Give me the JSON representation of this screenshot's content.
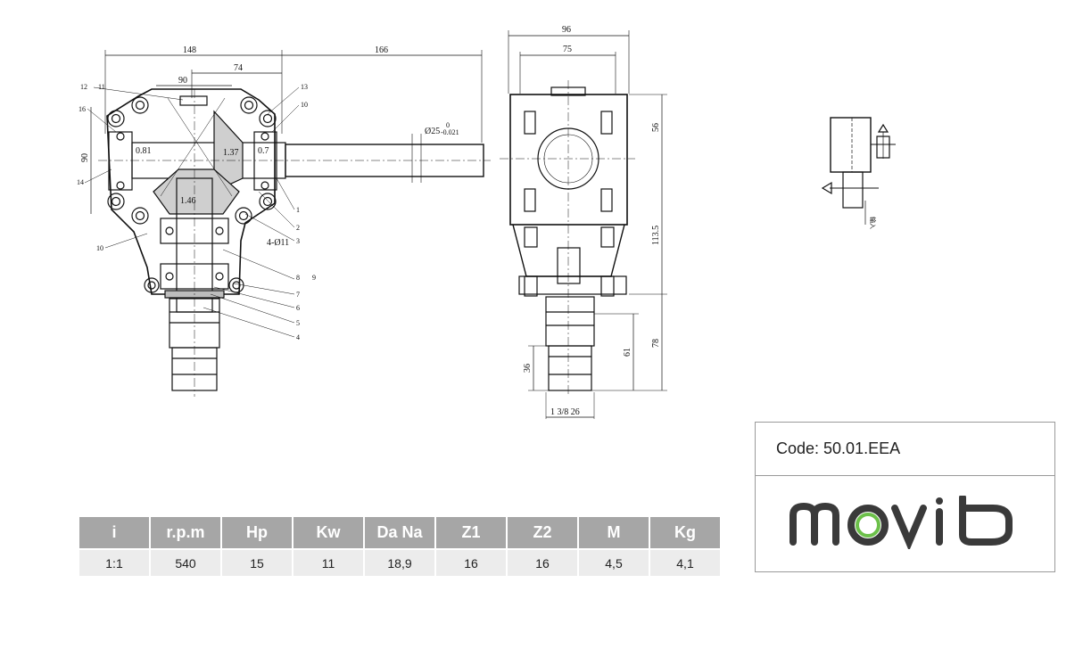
{
  "drawing": {
    "front_view": {
      "dims": {
        "overall_left": "148",
        "overall_right": "166",
        "center_offset": "74",
        "top_width": "90",
        "height_left": "90",
        "shaft_dia": "Ø25",
        "shaft_tol_top": "0",
        "shaft_tol_bottom": "-0.021",
        "bearing_a": "0.81",
        "bearing_b": "1.37",
        "bearing_c": "0.7",
        "gear_gap": "1.46",
        "bolt_holes": "4-Ø11"
      },
      "callouts": [
        "12",
        "11",
        "16",
        "14",
        "10",
        "13",
        "10",
        "1",
        "2",
        "3",
        "8",
        "9",
        "7",
        "6",
        "5",
        "4"
      ]
    },
    "side_view": {
      "dims": {
        "width_outer": "96",
        "width_inner": "75",
        "height_top": "56",
        "height_mid": "113.5",
        "height_total": "78",
        "shaft_len": "61",
        "spline_len": "36",
        "spline_dia": "1 3/8 26"
      }
    },
    "schematic": {
      "input_label": "输入"
    }
  },
  "specs": {
    "headers": [
      "i",
      "r.p.m",
      "Hp",
      "Kw",
      "Da Na",
      "Z1",
      "Z2",
      "M",
      "Kg"
    ],
    "rows": [
      [
        "1:1",
        "540",
        "15",
        "11",
        "18,9",
        "16",
        "16",
        "4,5",
        "4,1"
      ]
    ]
  },
  "product": {
    "code": "Code: 50.01.EEA",
    "brand": "movit",
    "colors": {
      "brand_text": "#3a3a3a",
      "brand_accent": "#6cc04a",
      "header_bg": "#a6a6a6",
      "row_bg": "#ececec"
    }
  }
}
